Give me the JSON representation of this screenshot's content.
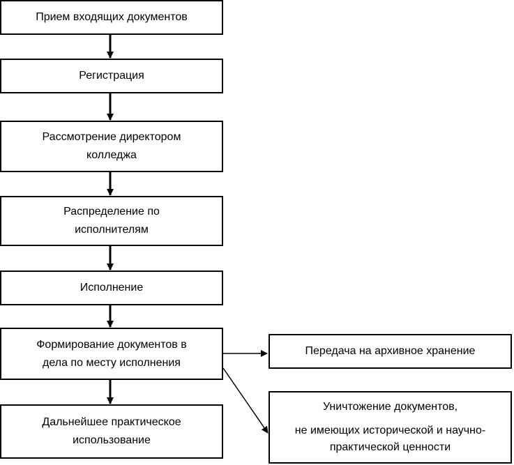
{
  "boxes": {
    "receive": {
      "label": "Прием входящих документов"
    },
    "registration": {
      "label": "Регистрация"
    },
    "review": {
      "line1": "Рассмотрение директором",
      "line2": "колледжа"
    },
    "distribution": {
      "line1": "Распределение по",
      "line2": "исполнителям"
    },
    "execution": {
      "label": "Исполнение"
    },
    "forming": {
      "line1": "Формирование документов в",
      "line2": "дела по месту исполнения"
    },
    "further_use": {
      "line1": "Дальнейшее практическое",
      "line2": "использование"
    },
    "archive": {
      "label": "Передача на архивное хранение"
    },
    "destruction": {
      "line1": "Уничтожение документов,",
      "line2": "не имеющих исторической и научно-",
      "line3": "практической ценности"
    }
  },
  "colors": {
    "stroke": "#000000",
    "fill": "#ffffff"
  }
}
